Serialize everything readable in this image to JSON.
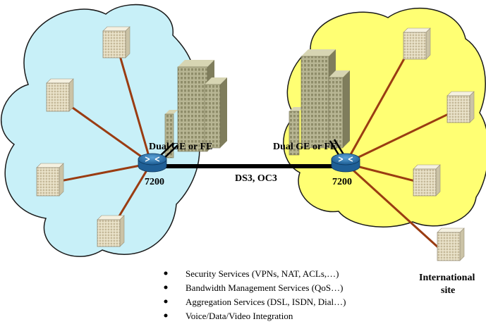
{
  "labels": {
    "router_left": "7200",
    "router_right": "7200",
    "uplink_left": "Dual GE or FE",
    "uplink_right": "Dual GE or FE",
    "wan_link": "DS3, OC3",
    "intl_line1": "International",
    "intl_line2": "site"
  },
  "services": [
    "Security Services (VPNs, NAT, ACLs,…)",
    "Bandwidth Management Services (QoS…)",
    "Aggregation Services (DSL, ISDN, Dial…)",
    "Voice/Data/Video Integration"
  ],
  "colors": {
    "left_cloud": "#c8f0f8",
    "right_cloud": "#ffff73",
    "spoke": "#9a3c12",
    "wan": "#000000",
    "router": "#2e78b4"
  },
  "icons": [
    "cloud",
    "building-icon",
    "office-tower-icon",
    "router-icon"
  ]
}
